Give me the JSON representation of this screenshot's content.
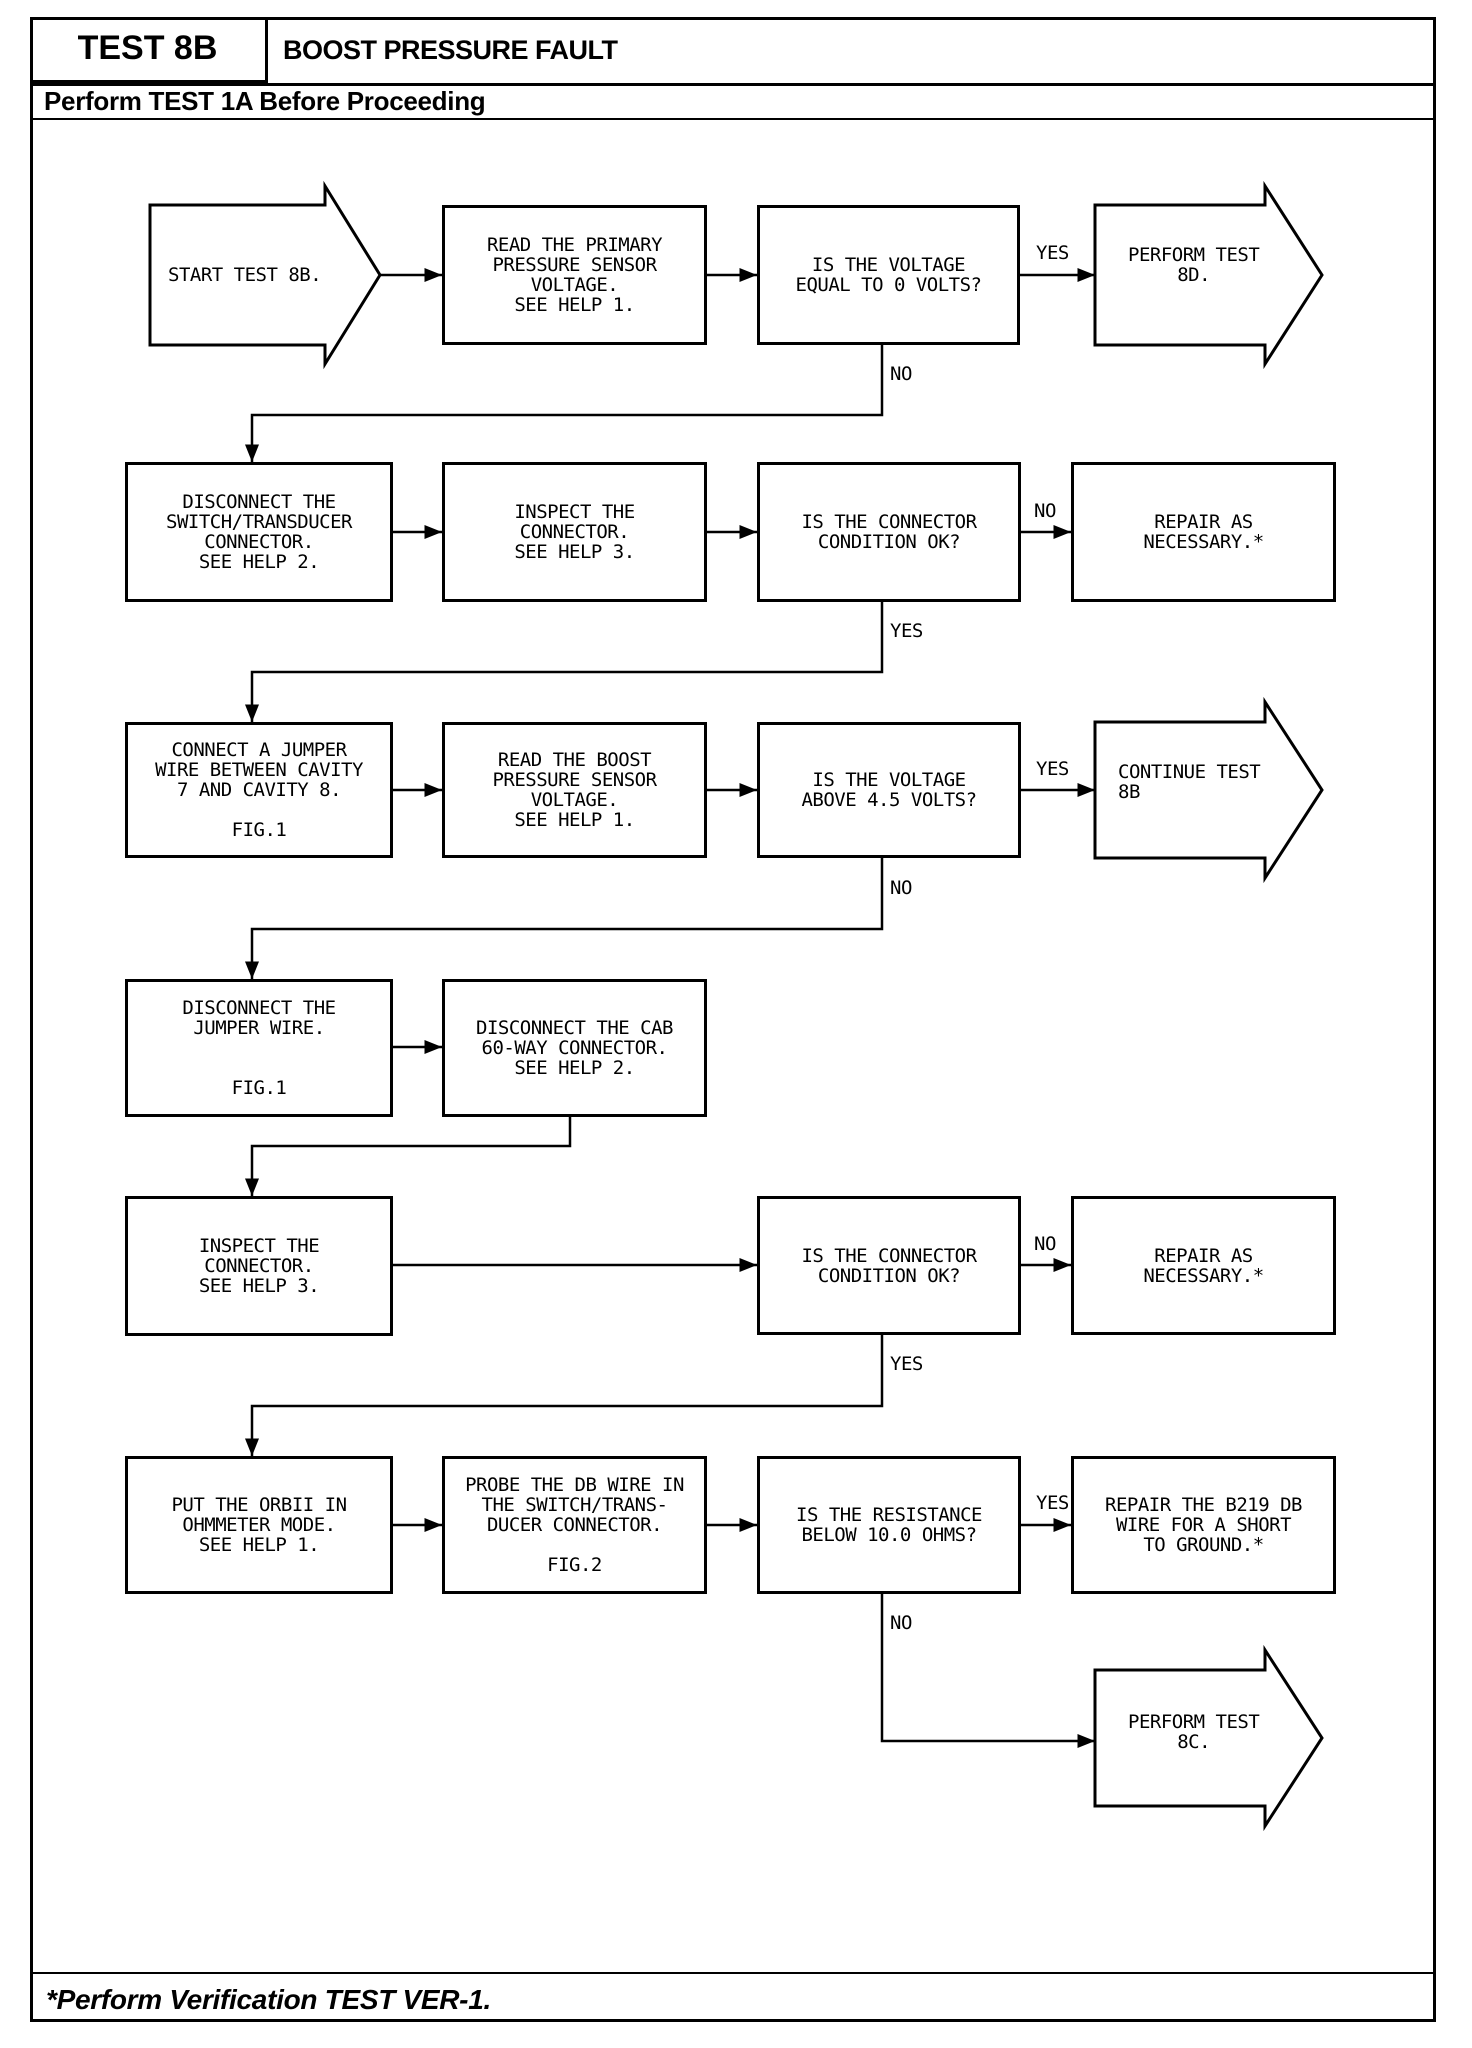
{
  "header": {
    "test_id": "TEST 8B",
    "title": "BOOST PRESSURE FAULT",
    "subtitle": "Perform TEST 1A Before Proceeding"
  },
  "footer": {
    "note": "*Perform Verification TEST VER-1."
  },
  "nodes": {
    "start": "START TEST 8B.",
    "read_primary": "READ THE PRIMARY\nPRESSURE SENSOR\nVOLTAGE.\nSEE HELP 1.",
    "q_voltage_zero": "IS THE VOLTAGE\nEQUAL TO 0 VOLTS?",
    "perform_8d": "PERFORM TEST\n8D.",
    "disconnect_switch": "DISCONNECT THE\nSWITCH/TRANSDUCER\nCONNECTOR.\nSEE HELP 2.",
    "inspect_connector_1": "INSPECT THE\nCONNECTOR.\nSEE HELP 3.",
    "q_connector_ok_1": "IS THE CONNECTOR\nCONDITION OK?",
    "repair_1": "REPAIR AS\nNECESSARY.*",
    "connect_jumper": "CONNECT A JUMPER\nWIRE BETWEEN CAVITY\n7 AND CAVITY 8.\n\nFIG.1",
    "read_boost": "READ THE BOOST\nPRESSURE SENSOR\nVOLTAGE.\nSEE HELP 1.",
    "q_voltage_above": "IS THE VOLTAGE\nABOVE 4.5 VOLTS?",
    "continue_8b": "CONTINUE TEST\n8B",
    "disconnect_jumper": "DISCONNECT THE\nJUMPER WIRE.\n\n\nFIG.1",
    "disconnect_cab": "DISCONNECT THE CAB\n60-WAY CONNECTOR.\nSEE HELP 2.",
    "inspect_connector_2": "INSPECT THE\nCONNECTOR.\nSEE HELP 3.",
    "q_connector_ok_2": "IS THE CONNECTOR\nCONDITION OK?",
    "repair_2": "REPAIR AS\nNECESSARY.*",
    "put_orbii": "PUT THE ORBII IN\nOHMMETER MODE.\nSEE HELP 1.",
    "probe_db": "PROBE THE DB WIRE IN\nTHE SWITCH/TRANS-\nDUCER CONNECTOR.\n\nFIG.2",
    "q_resistance": "IS THE RESISTANCE\nBELOW 10.0 OHMS?",
    "repair_b219": "REPAIR THE B219 DB\nWIRE FOR A SHORT\nTO GROUND.*",
    "perform_8c": "PERFORM TEST\n8C."
  },
  "labels": {
    "yes_1": "YES",
    "no_1": "NO",
    "no_2": "NO",
    "yes_2": "YES",
    "yes_3": "YES",
    "no_3": "NO",
    "no_4": "NO",
    "yes_4": "YES",
    "yes_5": "YES",
    "no_5": "NO"
  }
}
